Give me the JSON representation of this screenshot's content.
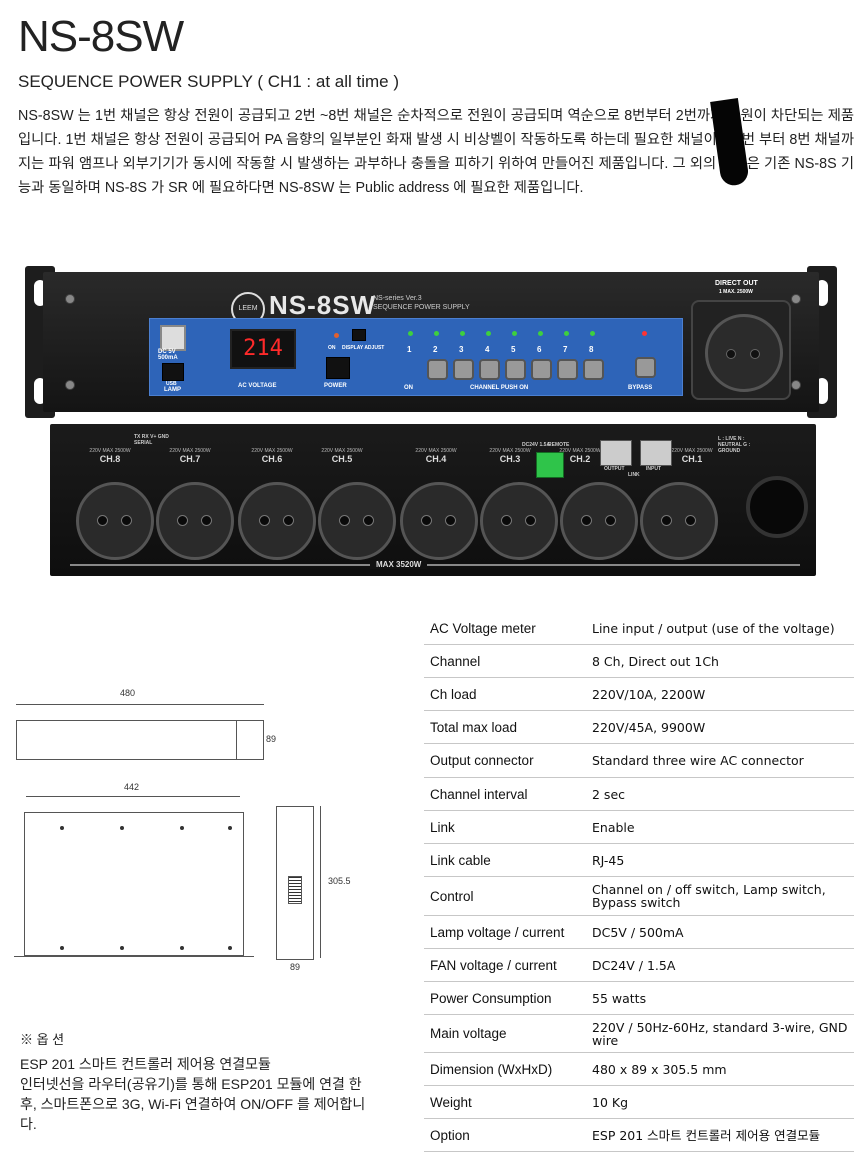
{
  "header": {
    "title": "NS-8SW",
    "subtitle": "SEQUENCE POWER SUPPLY  ( CH1 : at all time )",
    "description": "NS-8SW 는 1번 채널은 항상 전원이 공급되고 2번 ~8번 채널은 순차적으로 전원이 공급되며 역순으로 8번부터 2번까지 전원이 차단되는 제품입니다. 1번 채널은 항상 전원이 공급되어 PA 음향의 일부분인 화재 발생 시 비상벨이 작동하도록 하는데 필요한 채널이고 2번 부터 8번 채널까지는 파워 앰프나 외부기기가 동시에 작동할 시 발생하는 과부하나 충돌을 피하기 위하여 만들어진 제품입니다. 그 외의 기능은 기존 NS-8S 기능과 동일하며 NS-8S 가 SR 에 필요하다면 NS-8SW 는 Public address 에 필요한 제품입니다."
  },
  "front_panel": {
    "brand_logo": "LEEM",
    "model": "NS-8SW",
    "series_line1": "NS-series  Ver.3",
    "series_line2": "SEQUENCE POWER SUPPLY",
    "usb_label": "DC 5V 500mA",
    "lamp_label": "LAMP",
    "usb_small": "USB",
    "display_value": "214",
    "ac_voltage_label": "AC VOLTAGE",
    "on_label": "ON",
    "display_adjust_label": "DISPLAY ADJUST",
    "power_label": "POWER",
    "channel_numbers": [
      "1",
      "2",
      "3",
      "4",
      "5",
      "6",
      "7",
      "8"
    ],
    "on_row_label": "ON",
    "channel_push_label": "CHANNEL PUSH ON",
    "bypass_label": "BYPASS",
    "direct_out_label": "DIRECT OUT",
    "direct_out_max": "1 MAX. 2500W"
  },
  "rear_panel": {
    "channels": [
      {
        "name": "CH.8",
        "spec": "220V MAX 2500W"
      },
      {
        "name": "CH.7",
        "spec": "220V MAX 2500W"
      },
      {
        "name": "CH.6",
        "spec": "220V MAX 2500W"
      },
      {
        "name": "CH.5",
        "spec": "220V MAX 2500W"
      },
      {
        "name": "CH.4",
        "spec": "220V MAX 2500W"
      },
      {
        "name": "CH.3",
        "spec": "220V MAX 2500W"
      },
      {
        "name": "CH.2",
        "spec": "220V MAX 2500W"
      },
      {
        "name": "CH.1",
        "spec": "220V MAX 2500W"
      }
    ],
    "serial_label": "TX RX V+ GND SERIAL",
    "dc_label": "DC24V 1.5A",
    "remote_label": "REMOTE",
    "output_label": "OUTPUT",
    "input_label": "INPUT",
    "link_label": "LINK",
    "legend": "L : LIVE N : NEUTRAL G : GROUND",
    "max_label": "MAX 3520W"
  },
  "drawings": {
    "width_top": "480",
    "height_side": "89",
    "width_plan": "442",
    "depth": "305.5",
    "width_side": "89"
  },
  "specs": [
    {
      "key": "AC Voltage meter",
      "value": "Line input / output (use of the voltage)"
    },
    {
      "key": "Channel",
      "value": "8 Ch, Direct out 1Ch"
    },
    {
      "key": "Ch load",
      "value": "220V/10A, 2200W"
    },
    {
      "key": "Total max load",
      "value": "220V/45A, 9900W"
    },
    {
      "key": "Output connector",
      "value": "Standard three wire AC connector"
    },
    {
      "key": "Channel interval",
      "value": "2 sec"
    },
    {
      "key": "Link",
      "value": "Enable"
    },
    {
      "key": "Link cable",
      "value": "RJ-45"
    },
    {
      "key": "Control",
      "value": "Channel on / off switch, Lamp switch, Bypass switch"
    },
    {
      "key": "Lamp voltage / current",
      "value": "DC5V / 500mA"
    },
    {
      "key": "FAN voltage / current",
      "value": "DC24V / 1.5A"
    },
    {
      "key": "Power Consumption",
      "value": "55 watts"
    },
    {
      "key": "Main voltage",
      "value": "220V / 50Hz-60Hz, standard 3-wire, GND wire"
    },
    {
      "key": "Dimension (WxHxD)",
      "value": "480 x 89 x 305.5 mm"
    },
    {
      "key": "Weight",
      "value": "10 Kg"
    },
    {
      "key": "Option",
      "value": "ESP 201 스마트 컨트롤러 제어용 연결모듈"
    }
  ],
  "option_note": {
    "heading": "※ 옵  션",
    "line1": "ESP 201 스마트 컨트롤러 제어용 연결모듈",
    "line2": "인터넷선을 라우터(공유기)를 통해 ESP201 모듈에 연결 한 후, 스마트폰으로 3G, Wi-Fi 연결하여 ON/OFF 를 제어합니다."
  }
}
